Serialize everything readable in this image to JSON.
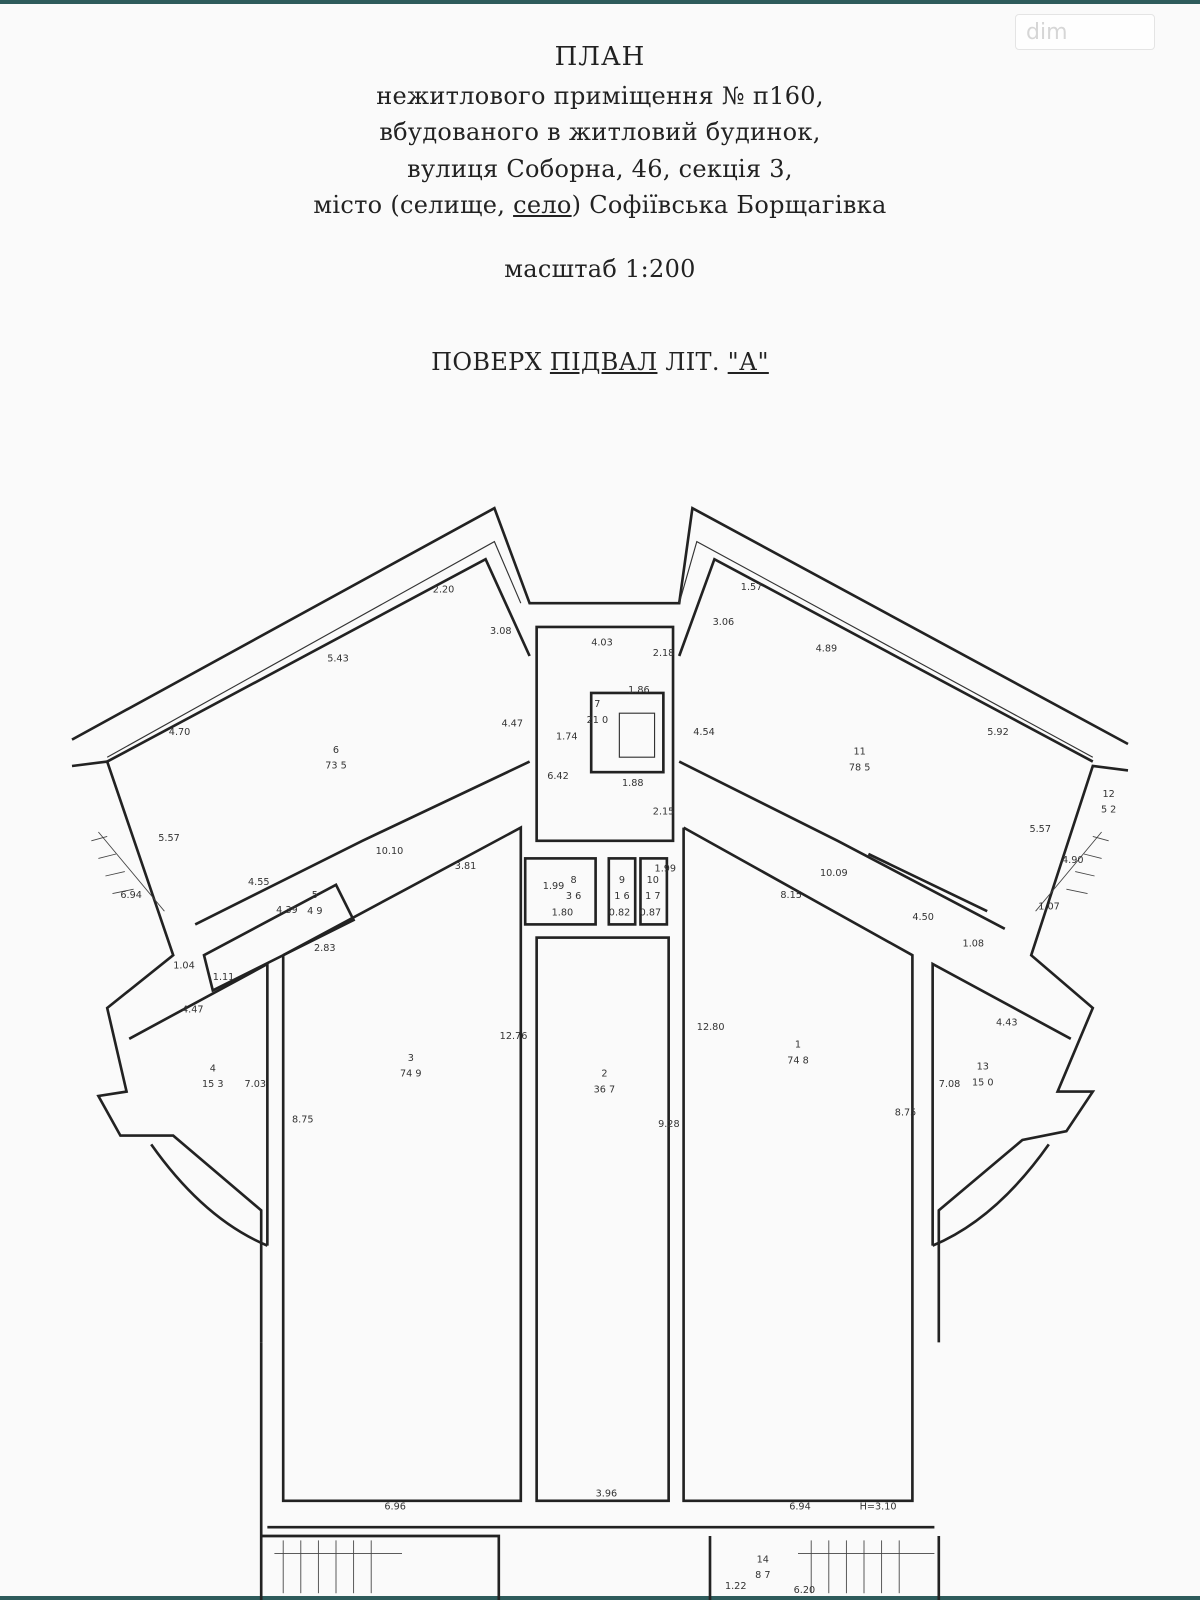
{
  "watermark": "dim",
  "header": {
    "title": "ПЛАН",
    "line1": "нежитлового приміщення № п160,",
    "line2": "вбудованого в житловий будинок,",
    "line3": "вулиця Соборна, 46, секція 3,",
    "line4_pre": "місто (селище, ",
    "line4_u": "село",
    "line4_post": ") Софіївська Борщагівка",
    "scale": "масштаб 1:200",
    "floor_pre": "ПОВЕРХ ",
    "floor_value": "ПІДВАЛ",
    "floor_mid": " ЛІТ. ",
    "floor_lit": "\"А\""
  },
  "rooms": [
    {
      "num": "1",
      "area": "74 8"
    },
    {
      "num": "2",
      "area": "36 7"
    },
    {
      "num": "3",
      "area": "74 9"
    },
    {
      "num": "4",
      "area": "15 3"
    },
    {
      "num": "5",
      "area": "4 9"
    },
    {
      "num": "6",
      "area": "73 5"
    },
    {
      "num": "7",
      "area": "21 0"
    },
    {
      "num": "8",
      "area": "3 6"
    },
    {
      "num": "9",
      "area": "1 6"
    },
    {
      "num": "10",
      "area": "1 7"
    },
    {
      "num": "11",
      "area": "78 5"
    },
    {
      "num": "12",
      "area": "5 2"
    },
    {
      "num": "13",
      "area": "15 0"
    },
    {
      "num": "14",
      "area": "8 7"
    }
  ],
  "dimensions": {
    "d_2_20": "2.20",
    "d_5_43": "5.43",
    "d_3_08": "3.08",
    "d_4_70": "4.70",
    "d_4_47a": "4.47",
    "d_5_57a": "5.57",
    "d_6_94": "6.94",
    "d_1_04": "1.04",
    "d_4_55": "4.55",
    "d_4_39": "4.39",
    "d_1_11": "1.11",
    "d_10_10": "10.10",
    "d_3_81": "3.81",
    "d_2_83": "2.83",
    "d_4_47b": "4.47",
    "d_7_03": "7.03",
    "d_8_75a": "8.75",
    "d_12_76": "12.76",
    "d_6_96": "6.96",
    "d_4_03": "4.03",
    "d_2_18": "2.18",
    "d_1_86": "1.86",
    "d_1_74": "1.74",
    "d_6_42": "6.42",
    "d_1_88": "1.88",
    "d_2_15": "2.15",
    "d_1_99a": "1.99",
    "d_1_80": "1.80",
    "d_0_82": "0.82",
    "d_1_99b": "1.99",
    "d_0_87": "0.87",
    "d_9_28": "9.28",
    "d_3_96": "3.96",
    "d_1_57": "1.57",
    "d_3_06": "3.06",
    "d_4_89": "4.89",
    "d_4_54": "4.54",
    "d_5_92": "5.92",
    "d_5_57b": "5.57",
    "d_4_90": "4.90",
    "d_1_07": "1.07",
    "d_10_09": "10.09",
    "d_8_15": "8.15",
    "d_4_50": "4.50",
    "d_1_08": "1.08",
    "d_12_80": "12.80",
    "d_8_75b": "8.75",
    "d_7_08": "7.08",
    "d_4_43": "4.43",
    "d_6_94b": "6.94",
    "d_1_22": "1.22",
    "d_6_20": "6.20",
    "height": "H=3.10"
  },
  "colors": {
    "ink": "#222222",
    "paper": "#fafafa",
    "frame": "#2e5b5b"
  }
}
